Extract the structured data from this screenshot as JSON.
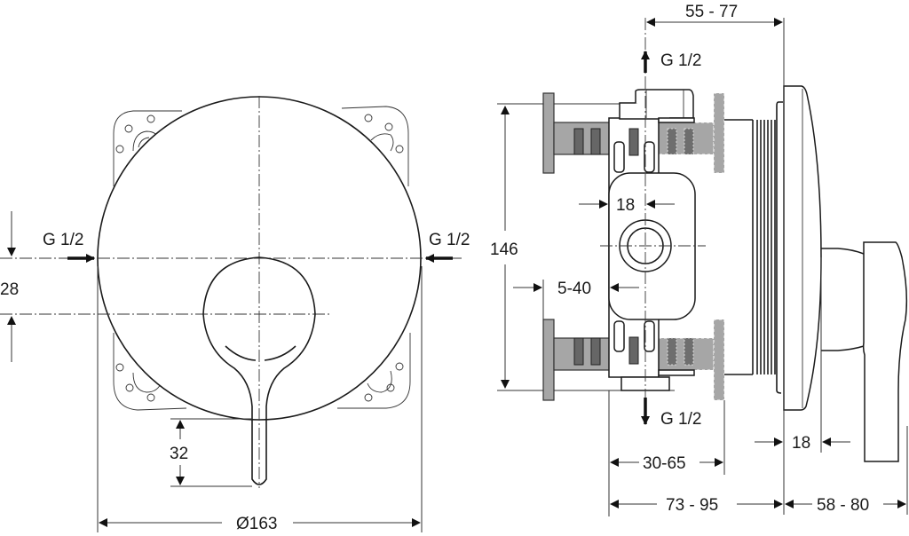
{
  "drawing": {
    "front_view": {
      "inlet_left_label": "G 1/2",
      "inlet_right_label": "G 1/2",
      "vertical_offset_label": "28",
      "lever_length_label": "32",
      "diameter_label": "Ø163"
    },
    "side_view": {
      "depth_top_label": "55 - 77",
      "outlet_top_label": "G 1/2",
      "outlet_bottom_label": "G 1/2",
      "height_label": "146",
      "port_offset_label": "18",
      "adjust_range_label": "5-40",
      "body_range_label": "30-65",
      "wall_depth_label": "73 - 95",
      "projection_label": "58 - 80",
      "rosette_depth_label": "18"
    }
  }
}
